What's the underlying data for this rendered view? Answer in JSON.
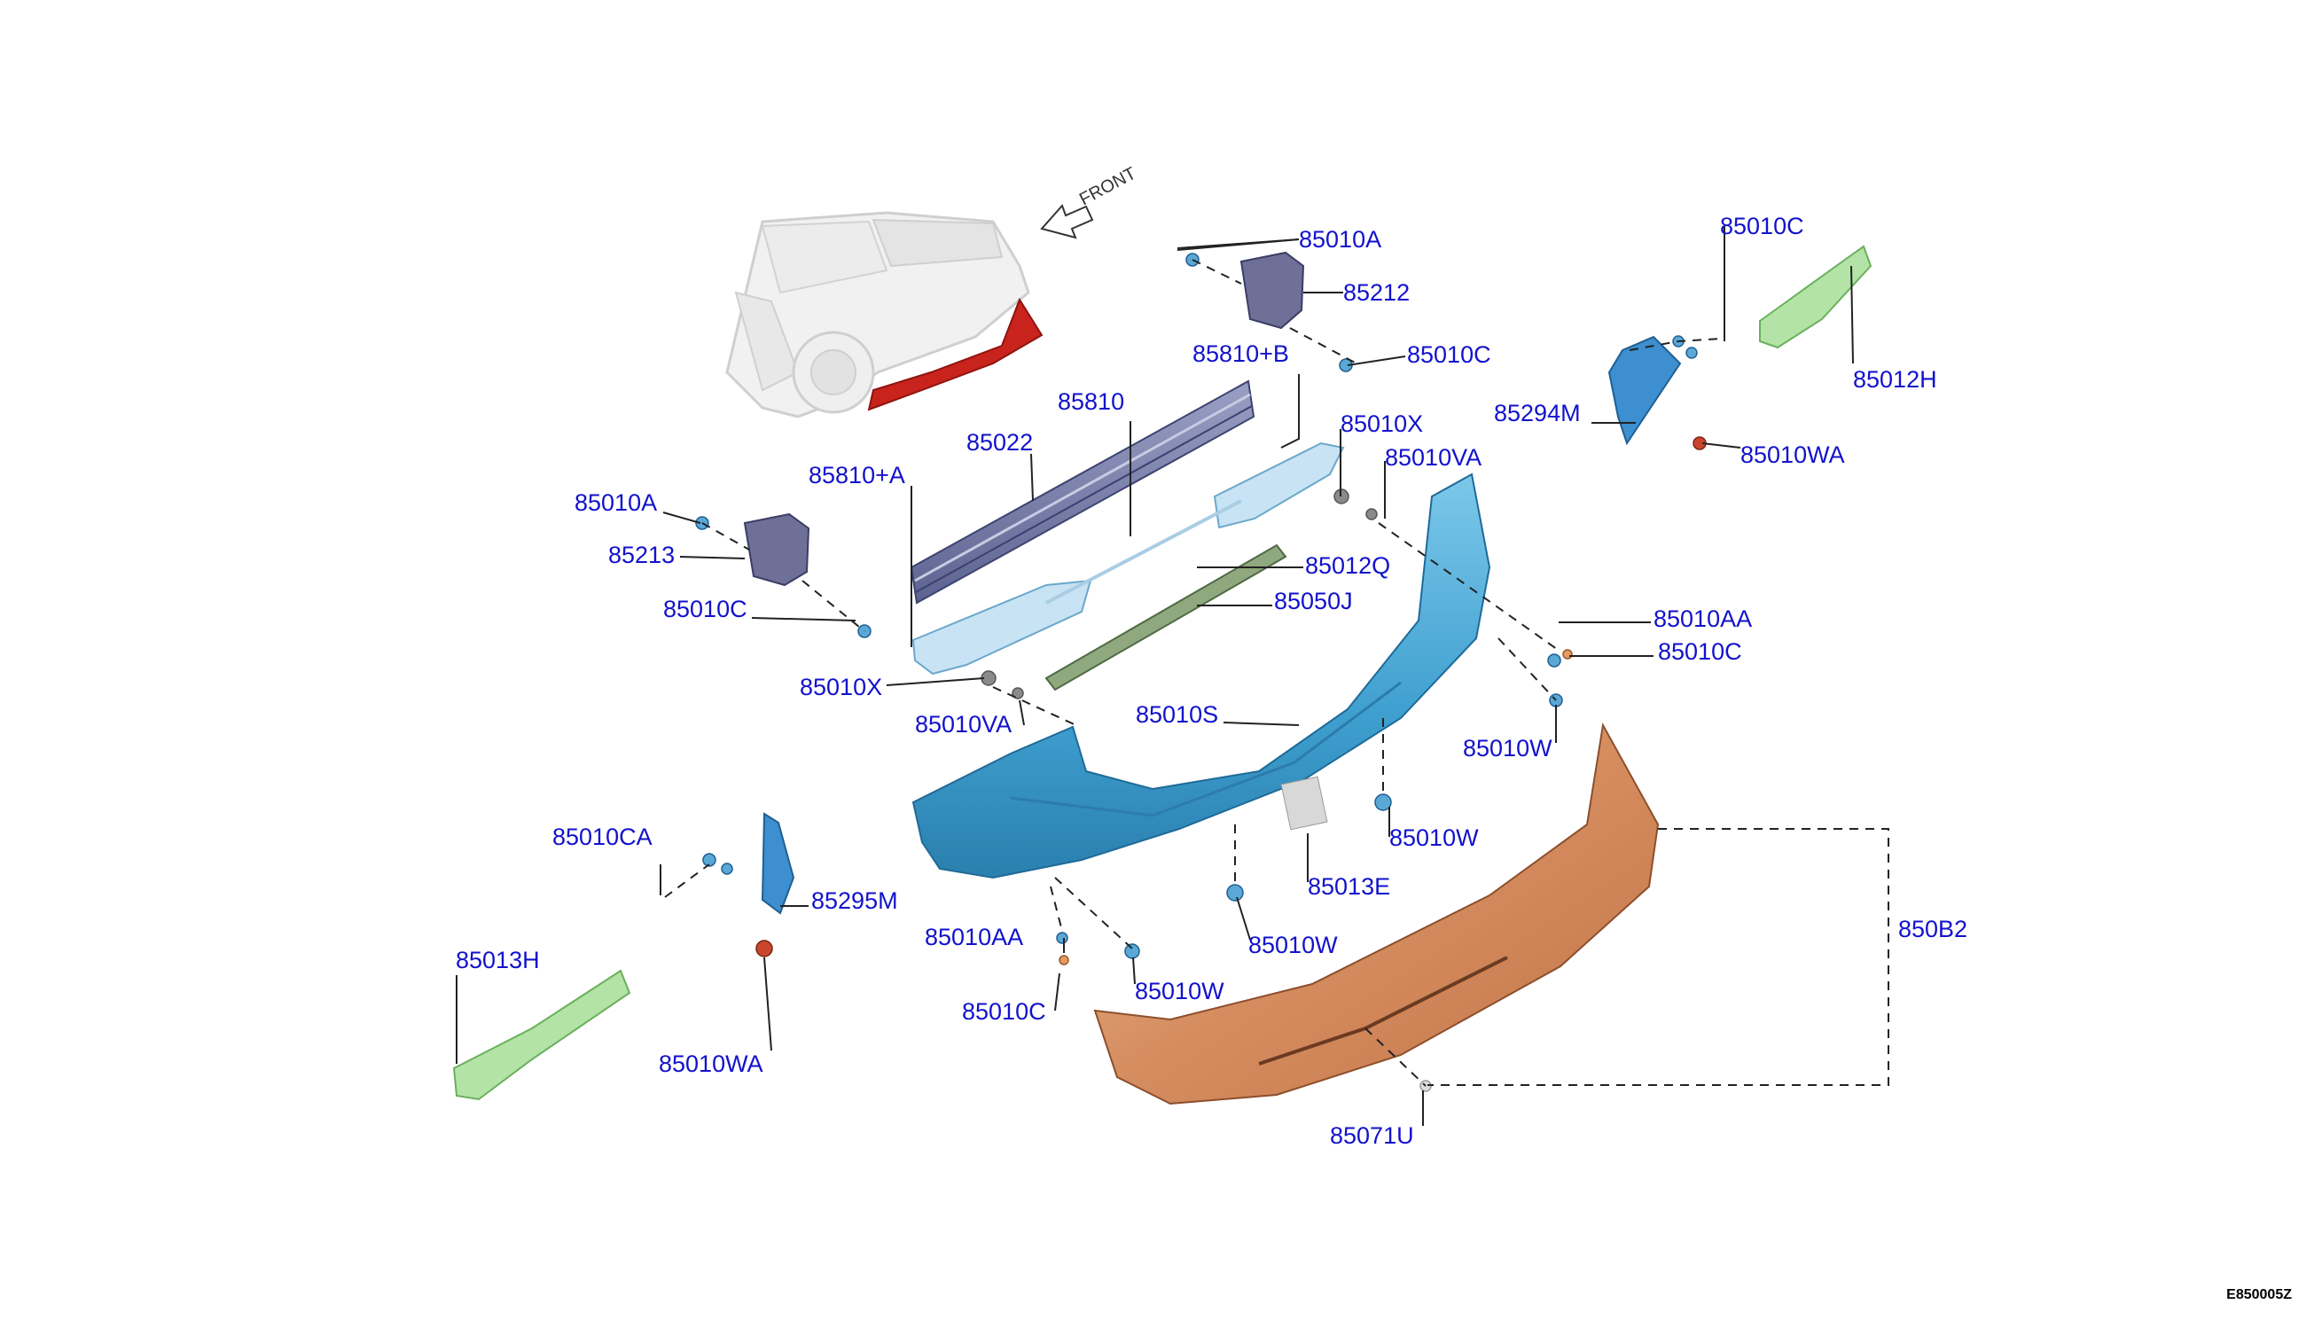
{
  "diagram": {
    "drawing_code": "E850005Z",
    "direction_label": "FRONT",
    "callouts": [
      {
        "id": "c1",
        "text": "85010A"
      },
      {
        "id": "c2",
        "text": "85212"
      },
      {
        "id": "c3",
        "text": "85010C"
      },
      {
        "id": "c4",
        "text": "85810+B"
      },
      {
        "id": "c5",
        "text": "85810"
      },
      {
        "id": "c6",
        "text": "85022"
      },
      {
        "id": "c7",
        "text": "85810+A"
      },
      {
        "id": "c8",
        "text": "85010X"
      },
      {
        "id": "c9",
        "text": "85010VA"
      },
      {
        "id": "c10",
        "text": "85010A"
      },
      {
        "id": "c11",
        "text": "85213"
      },
      {
        "id": "c12",
        "text": "85010C"
      },
      {
        "id": "c13",
        "text": "85012Q"
      },
      {
        "id": "c14",
        "text": "85050J"
      },
      {
        "id": "c15",
        "text": "85010X"
      },
      {
        "id": "c16",
        "text": "85010VA"
      },
      {
        "id": "c17",
        "text": "85010S"
      },
      {
        "id": "c18",
        "text": "85010C"
      },
      {
        "id": "c19",
        "text": "85012H"
      },
      {
        "id": "c20",
        "text": "85294M"
      },
      {
        "id": "c21",
        "text": "85010WA"
      },
      {
        "id": "c22",
        "text": "85010AA"
      },
      {
        "id": "c23",
        "text": "85010C"
      },
      {
        "id": "c24",
        "text": "85010W"
      },
      {
        "id": "c25",
        "text": "85010W"
      },
      {
        "id": "c26",
        "text": "85013E"
      },
      {
        "id": "c27",
        "text": "85010CA"
      },
      {
        "id": "c28",
        "text": "85295M"
      },
      {
        "id": "c29",
        "text": "85013H"
      },
      {
        "id": "c30",
        "text": "85010WA"
      },
      {
        "id": "c31",
        "text": "85010AA"
      },
      {
        "id": "c32",
        "text": "85010W"
      },
      {
        "id": "c33",
        "text": "85010C"
      },
      {
        "id": "c34",
        "text": "85010W"
      },
      {
        "id": "c35",
        "text": "850B2"
      },
      {
        "id": "c36",
        "text": "85071U"
      }
    ]
  }
}
